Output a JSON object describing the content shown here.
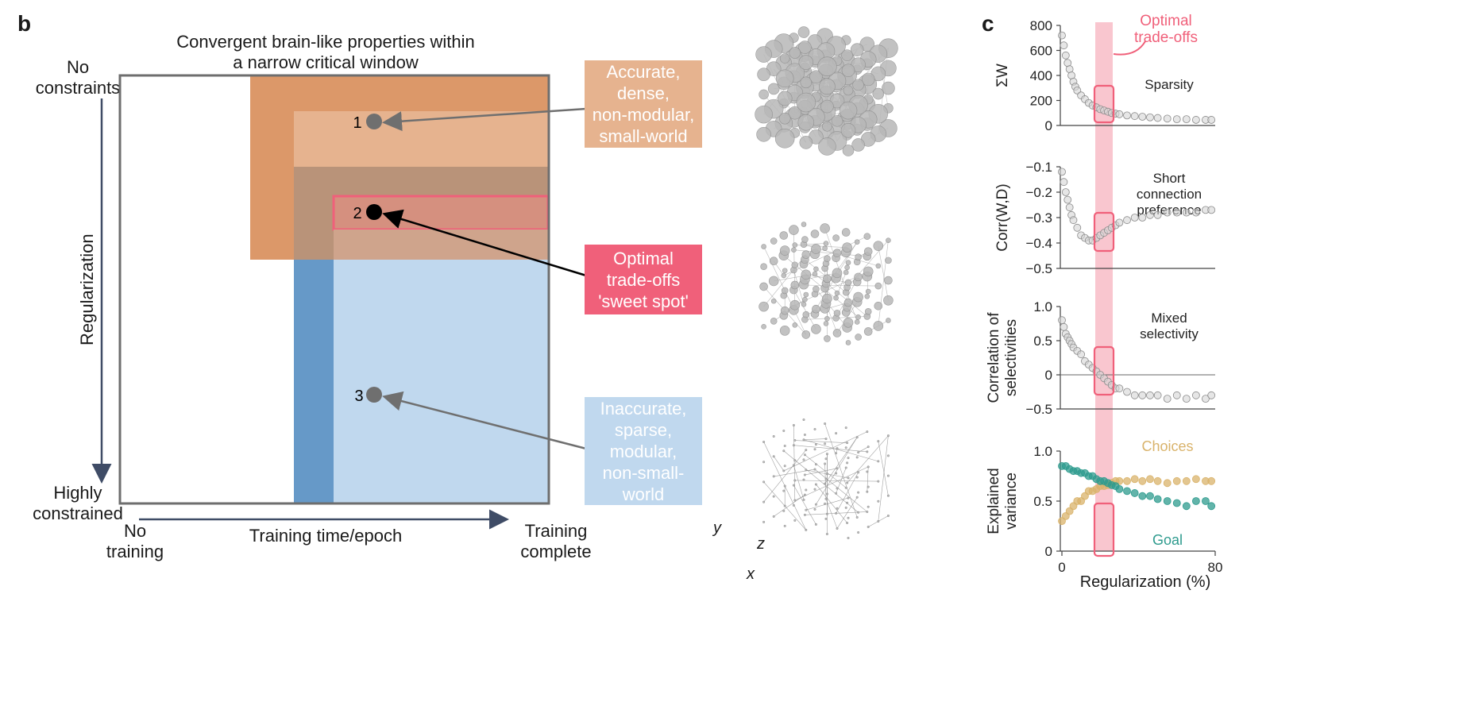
{
  "panel_b": {
    "letter": "b",
    "title": "Convergent brain-like properties within\na narrow critical window",
    "y_top": "No\nconstraints",
    "y_bottom": "Highly\nconstrained",
    "y_axis": "Regularization",
    "x_left": "No\ntraining",
    "x_axis": "Training time/epoch",
    "x_right": "Training\ncomplete",
    "points": [
      "1",
      "2",
      "3"
    ],
    "boxes": {
      "accurate": "Accurate,\ndense,\nnon-modular,\nsmall-world",
      "optimal": "Optimal\ntrade-offs\n'sweet spot'",
      "inaccurate": "Inaccurate,\nsparse,\nmodular,\nnon-small-\nworld"
    },
    "axes_3d": {
      "x": "x",
      "y": "y",
      "z": "z"
    },
    "colors": {
      "dark_orange": "#dc9869",
      "light_orange": "#e6b38f",
      "mauve": "#b99379",
      "pink_band": "#d5907f",
      "blue": "#c0d8ee",
      "dark_blue": "#6699c8",
      "accent": "#f0607a"
    }
  },
  "panel_c": {
    "letter": "c",
    "annotation": "Optimal\ntrade-offs",
    "xlabel": "Regularization (%)",
    "xticks": [
      "0",
      "80"
    ]
  },
  "chart_data": [
    {
      "type": "scatter",
      "title": "Sparsity",
      "ylabel": "ΣW",
      "ylim": [
        0,
        800
      ],
      "yticks": [
        "800",
        "600",
        "400",
        "200",
        "0"
      ],
      "xlim": [
        0,
        80
      ],
      "series": [
        {
          "x": [
            0,
            1,
            2,
            3,
            4,
            5,
            6,
            7,
            8,
            10,
            12,
            14,
            16,
            18,
            20,
            22,
            24,
            26,
            28,
            30,
            34,
            38,
            42,
            46,
            50,
            55,
            60,
            65,
            70,
            75,
            78
          ],
          "y": [
            720,
            640,
            560,
            500,
            450,
            400,
            350,
            310,
            280,
            240,
            210,
            180,
            160,
            145,
            130,
            120,
            110,
            100,
            95,
            90,
            80,
            75,
            70,
            65,
            60,
            55,
            50,
            50,
            45,
            45,
            45
          ]
        }
      ]
    },
    {
      "type": "scatter",
      "title": "Short\nconnection\npreference",
      "ylabel": "Corr(W,D)",
      "ylim": [
        -0.5,
        -0.1
      ],
      "yticks": [
        "−0.1",
        "−0.2",
        "−0.3",
        "−0.4",
        "−0.5"
      ],
      "xlim": [
        0,
        80
      ],
      "series": [
        {
          "x": [
            0,
            1,
            2,
            3,
            4,
            5,
            6,
            8,
            10,
            12,
            14,
            16,
            18,
            20,
            22,
            24,
            26,
            28,
            30,
            34,
            38,
            42,
            46,
            50,
            55,
            60,
            65,
            70,
            75,
            78
          ],
          "y": [
            -0.12,
            -0.16,
            -0.2,
            -0.23,
            -0.26,
            -0.29,
            -0.31,
            -0.34,
            -0.37,
            -0.38,
            -0.39,
            -0.39,
            -0.38,
            -0.37,
            -0.36,
            -0.35,
            -0.34,
            -0.33,
            -0.32,
            -0.31,
            -0.3,
            -0.3,
            -0.29,
            -0.29,
            -0.28,
            -0.28,
            -0.28,
            -0.28,
            -0.27,
            -0.27
          ]
        }
      ]
    },
    {
      "type": "scatter",
      "title": "Mixed\nselectivity",
      "ylabel": "Correlation of\nselectivities",
      "ylim": [
        -0.5,
        1.0
      ],
      "yticks": [
        "1.0",
        "0.5",
        "0",
        "−0.5"
      ],
      "xlim": [
        0,
        80
      ],
      "series": [
        {
          "x": [
            0,
            1,
            2,
            3,
            4,
            5,
            6,
            8,
            10,
            12,
            14,
            16,
            18,
            20,
            22,
            24,
            26,
            28,
            30,
            34,
            38,
            42,
            46,
            50,
            55,
            60,
            65,
            70,
            75,
            78
          ],
          "y": [
            0.8,
            0.7,
            0.6,
            0.55,
            0.5,
            0.45,
            0.4,
            0.35,
            0.3,
            0.2,
            0.15,
            0.1,
            0.05,
            0.0,
            -0.05,
            -0.1,
            -0.15,
            -0.2,
            -0.2,
            -0.25,
            -0.3,
            -0.3,
            -0.3,
            -0.3,
            -0.35,
            -0.3,
            -0.35,
            -0.3,
            -0.35,
            -0.3
          ]
        }
      ]
    },
    {
      "type": "scatter",
      "title": "",
      "ylabel": "Explained\nvariance",
      "ylim": [
        0,
        1.0
      ],
      "yticks": [
        "1.0",
        "0.5",
        "0"
      ],
      "xlim": [
        0,
        80
      ],
      "series": [
        {
          "name": "Choices",
          "color": "#d9b36b",
          "x": [
            0,
            2,
            4,
            6,
            8,
            10,
            12,
            14,
            16,
            18,
            20,
            22,
            24,
            26,
            28,
            30,
            34,
            38,
            42,
            46,
            50,
            55,
            60,
            65,
            70,
            75,
            78
          ],
          "y": [
            0.3,
            0.35,
            0.4,
            0.45,
            0.5,
            0.5,
            0.55,
            0.6,
            0.6,
            0.62,
            0.65,
            0.65,
            0.66,
            0.68,
            0.7,
            0.7,
            0.7,
            0.72,
            0.7,
            0.72,
            0.7,
            0.68,
            0.7,
            0.7,
            0.72,
            0.7,
            0.7
          ]
        },
        {
          "name": "Goal",
          "color": "#2e9b8e",
          "x": [
            0,
            2,
            4,
            6,
            8,
            10,
            12,
            14,
            16,
            18,
            20,
            22,
            24,
            26,
            28,
            30,
            34,
            38,
            42,
            46,
            50,
            55,
            60,
            65,
            70,
            75,
            78
          ],
          "y": [
            0.85,
            0.85,
            0.82,
            0.8,
            0.8,
            0.78,
            0.78,
            0.75,
            0.75,
            0.72,
            0.7,
            0.7,
            0.68,
            0.66,
            0.65,
            0.62,
            0.6,
            0.58,
            0.55,
            0.55,
            0.52,
            0.5,
            0.48,
            0.45,
            0.5,
            0.5,
            0.45
          ]
        }
      ]
    }
  ]
}
